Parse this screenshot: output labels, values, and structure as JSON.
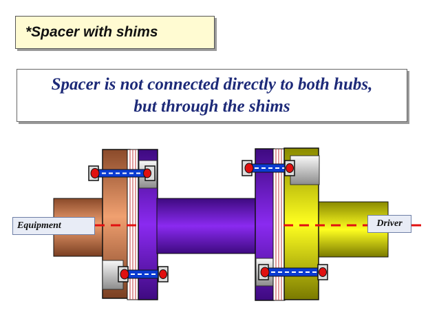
{
  "title": "*Spacer with shims",
  "description": {
    "line1": "Spacer is not connected directly to both hubs,",
    "line2": "but through the shims"
  },
  "labels": {
    "equipment": "Equipment",
    "driver": "Driver"
  },
  "colors": {
    "equipment_hub": "#d98050",
    "spacer": "#7d1ee6",
    "driver_hub": "#ffff00",
    "shims": "#ffffff",
    "bolt": "#0a3bd1",
    "nut": "#e01010",
    "centerline": "#e11010"
  }
}
